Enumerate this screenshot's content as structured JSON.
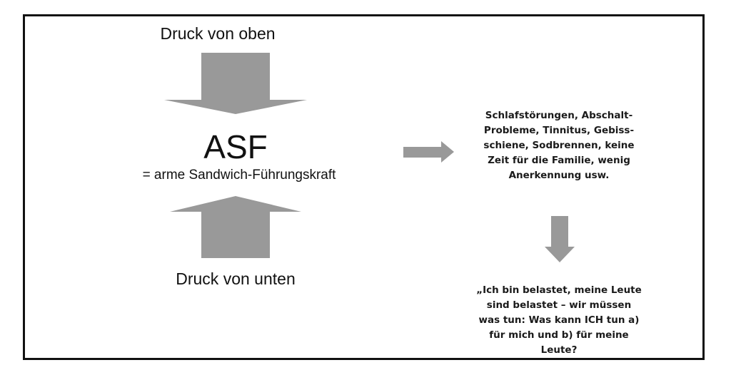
{
  "diagram": {
    "top_label": "Druck von oben",
    "bottom_label": "Druck von unten",
    "title": "ASF",
    "subtitle": "= arme Sandwich-Führungskraft",
    "effects_lines": [
      "Schlafstörungen, Abschalt-",
      "Probleme, Tinnitus, Gebiss-",
      "schiene, Sodbrennen, keine",
      "Zeit für die Familie, wenig",
      "Anerkennung usw."
    ],
    "quote_lines": [
      "„Ich bin belastet, meine Leute",
      "sind belastet – wir müssen",
      "was tun: Was kann ICH tun a)",
      "für mich und b) für meine",
      "Leute?"
    ],
    "arrow_color": "#999999",
    "border_color": "#111111"
  }
}
